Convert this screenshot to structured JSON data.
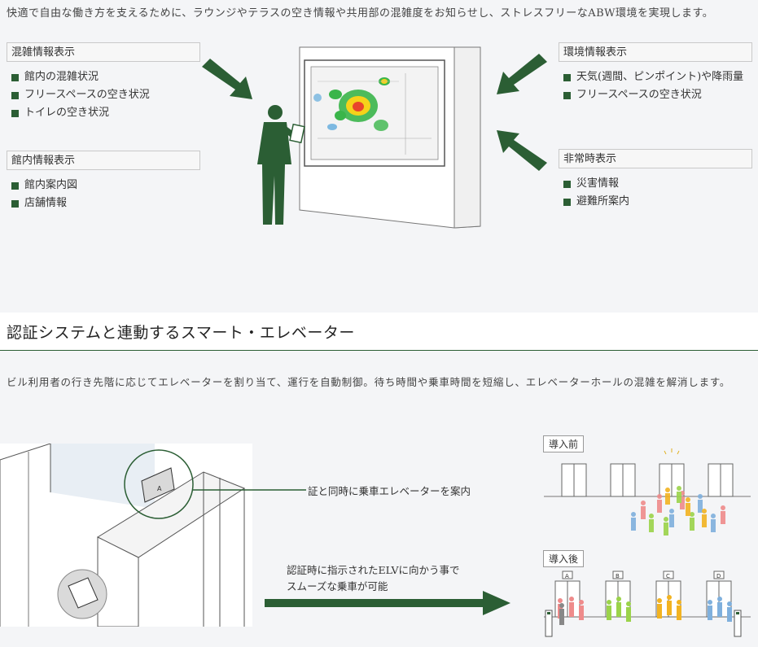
{
  "intro_text": "快適で自由な働き方を支えるために、ラウンジやテラスの空き情報や共用部の混雑度をお知らせし、ストレスフリーなABW環境を実現します。",
  "panels": {
    "congestion": {
      "title": "混雑情報表示",
      "items": [
        "館内の混雑状況",
        "フリースペースの空き状況",
        "トイレの空き状況"
      ]
    },
    "building": {
      "title": "館内情報表示",
      "items": [
        "館内案内図",
        "店舗情報"
      ]
    },
    "environment": {
      "title": "環境情報表示",
      "items": [
        "天気(週間、ピンポイント)や降雨量",
        "フリースペースの空き状況"
      ]
    },
    "emergency": {
      "title": "非常時表示",
      "items": [
        "災害情報",
        "避難所案内"
      ]
    }
  },
  "section": {
    "title": "認証システムと連動するスマート・エレベーター",
    "description": "ビル利用者の行き先階に応じてエレベーターを割り当て、運行を自動制御。待ち時間や乗車時間を短縮し、エレベーターホールの混雑を解消します。"
  },
  "callouts": {
    "guide": "証と同時に乗車エレベーターを案内",
    "arrow_line1": "認証時に指示されたELVに向かう事で",
    "arrow_line2": "スムーズな乗車が可能"
  },
  "comparison": {
    "before_label": "導入前",
    "after_label": "導入後",
    "elevator_letters": [
      "A",
      "B",
      "C",
      "D"
    ],
    "panel_letter": "A"
  },
  "colors": {
    "accent_green": "#2b5e34",
    "page_bg": "#f4f5f7"
  }
}
